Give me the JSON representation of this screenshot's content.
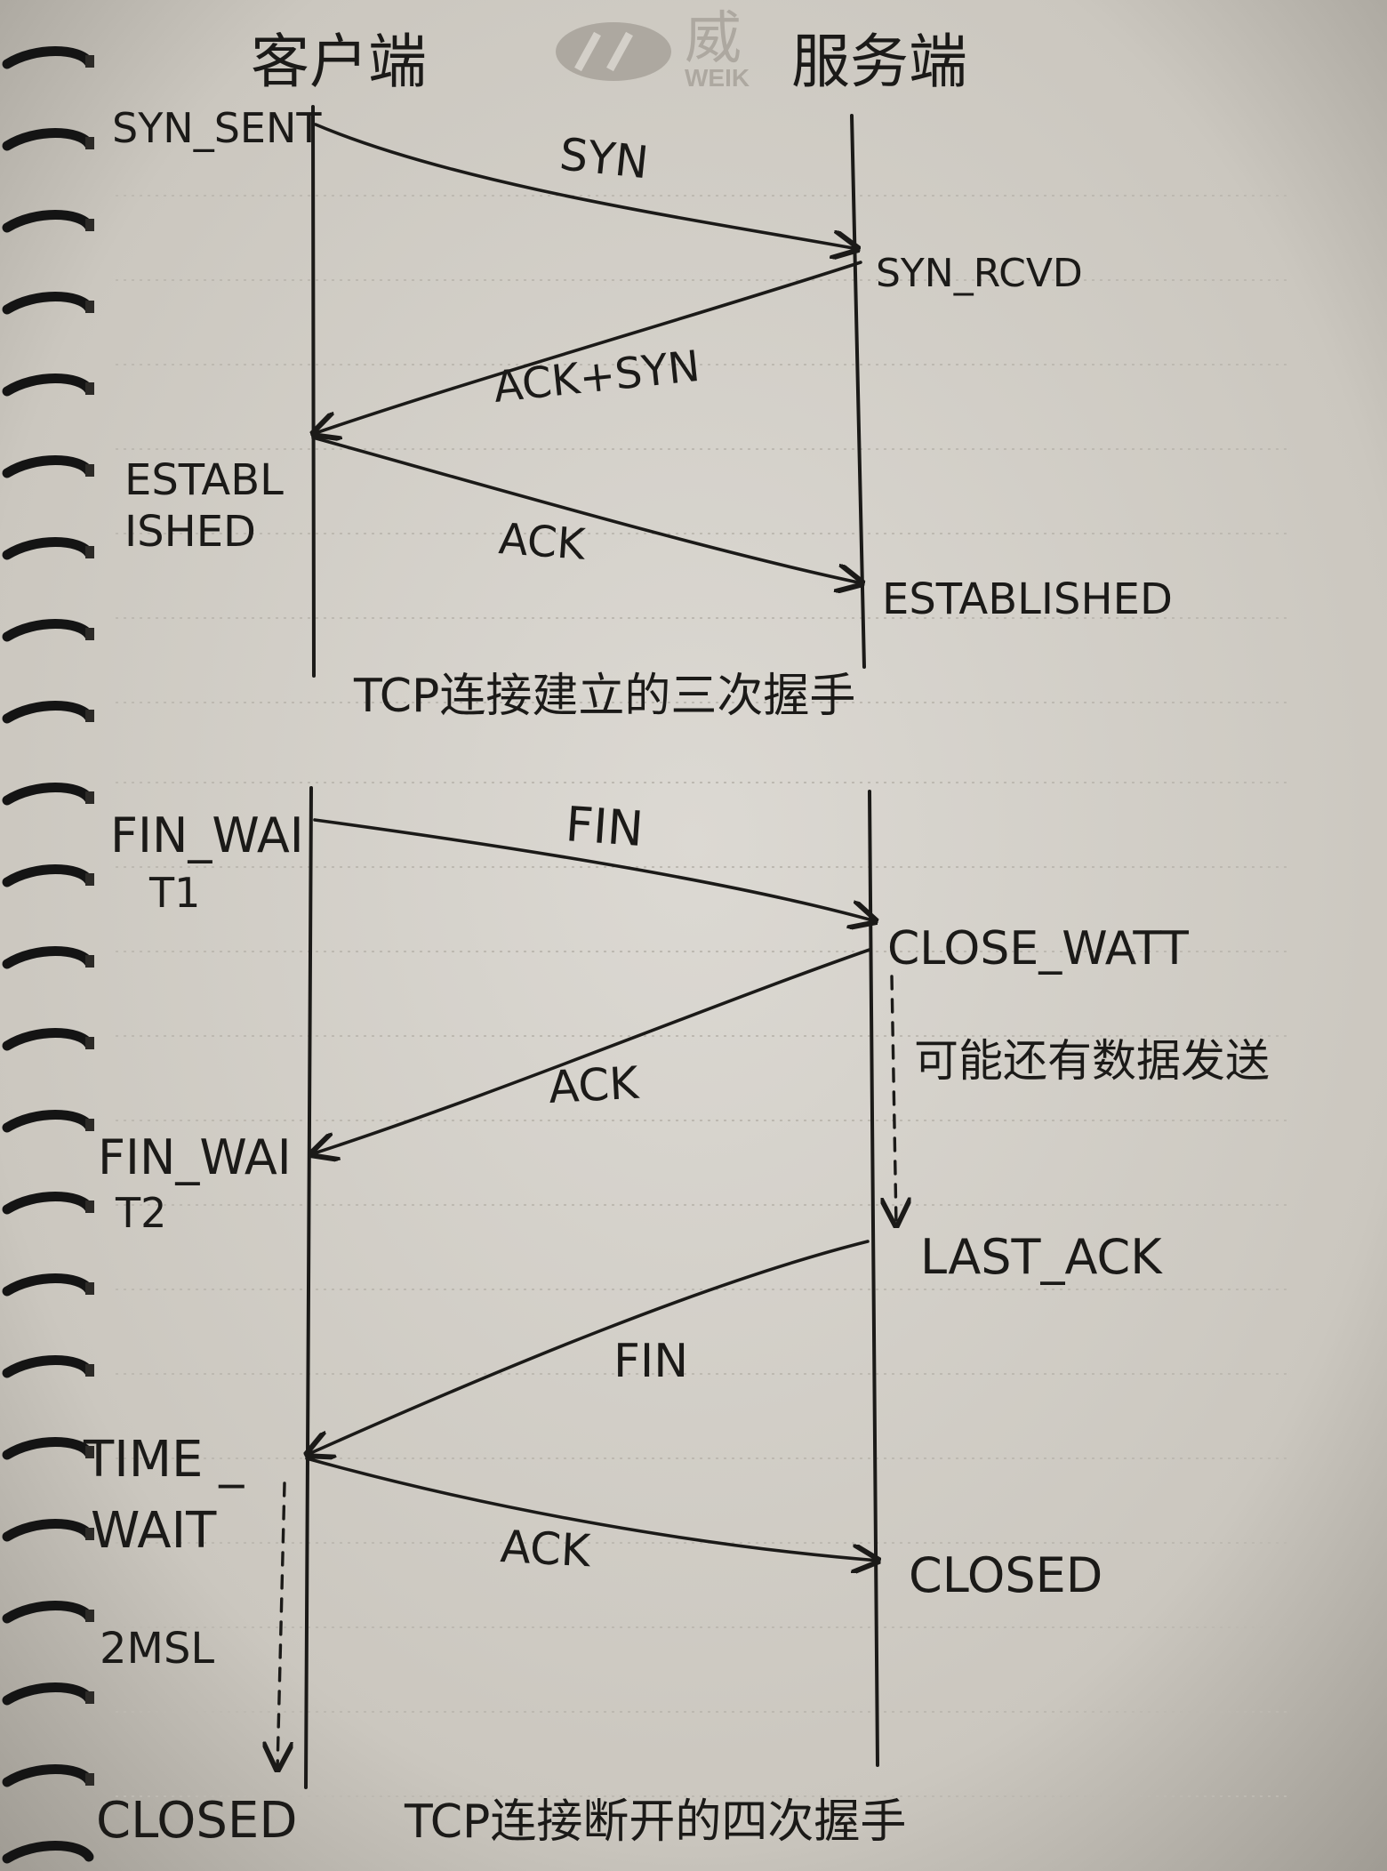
{
  "watermark": {
    "cn": "威",
    "latin": "WEIK"
  },
  "headers": {
    "client": "客户端",
    "server": "服务端"
  },
  "handshake": {
    "msgs": {
      "syn": "SYN",
      "ack_syn": "ACK+SYN",
      "ack": "ACK"
    },
    "states": {
      "syn_sent": "SYN_SENT",
      "syn_rcvd": "SYN_RCVD",
      "client_established_1": "ESTABL",
      "client_established_2": "ISHED",
      "server_established": "ESTABLISHED"
    },
    "caption": "TCP连接建立的三次握手"
  },
  "teardown": {
    "msgs": {
      "fin1": "FIN",
      "ack1": "ACK",
      "fin2": "FIN",
      "ack2": "ACK"
    },
    "states": {
      "fin_wait1_a": "FIN_WAI",
      "fin_wait1_b": "T1",
      "close_wait": "CLOSE_WATT",
      "note": "可能还有数据发送",
      "fin_wait2_a": "FIN_WAI",
      "fin_wait2_b": "T2",
      "last_ack": "LAST_ACK",
      "time_wait_a": "TIME _",
      "time_wait_b": "WAIT",
      "closed_server": "CLOSED",
      "msl": "2MSL",
      "closed_client": "CLOSED"
    },
    "caption": "TCP连接断开的四次握手"
  },
  "colors": {
    "ink": "#1b1a18",
    "paper": "#d6d2cb",
    "watermark": "#a8a39b"
  }
}
